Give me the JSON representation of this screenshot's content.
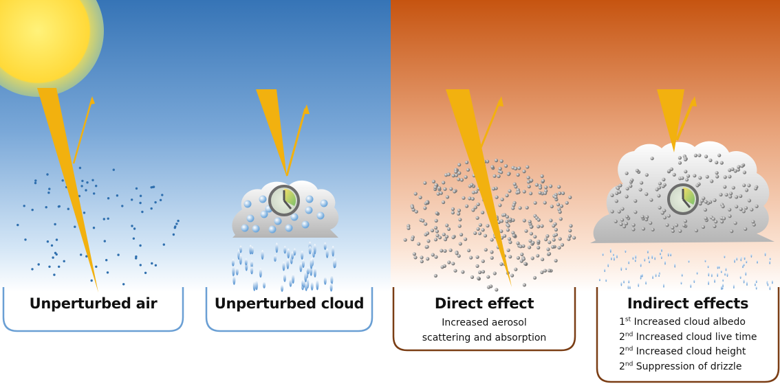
{
  "panels": [
    {
      "title": "Unperturbed air",
      "frame_color": "#6a9fd4"
    },
    {
      "title": "Unperturbed cloud",
      "frame_color": "#6a9fd4"
    },
    {
      "title": "Direct effect",
      "subtitle_lines": [
        "Increased aerosol",
        "scattering and absorption"
      ],
      "frame_color": "#7a3d14"
    },
    {
      "title": "Indirect effects",
      "frame_color": "#7a3d14",
      "effects": [
        {
          "order": "1",
          "suffix": "st",
          "text": " Increased cloud albedo"
        },
        {
          "order": "2",
          "suffix": "nd",
          "text": " Increased cloud live time"
        },
        {
          "order": "2",
          "suffix": "nd",
          "text": " Increased cloud height"
        },
        {
          "order": "2",
          "suffix": "nd",
          "text": " Suppression of drizzle"
        }
      ]
    }
  ],
  "colors": {
    "sky_blue_top": "#3a78b8",
    "sky_blue_bottom": "#ffffff",
    "sky_orange_top": "#c95a14",
    "sky_orange_bottom": "#ffffff",
    "sun": "#ffe25a",
    "ray": "#f2b10f",
    "aerosol_blue": "#2f6fae",
    "aerosol_grey": "#7a7a7a"
  },
  "icons": [
    "sun-icon",
    "clock-icon",
    "cloud-icon",
    "sunlight-ray-icon"
  ]
}
